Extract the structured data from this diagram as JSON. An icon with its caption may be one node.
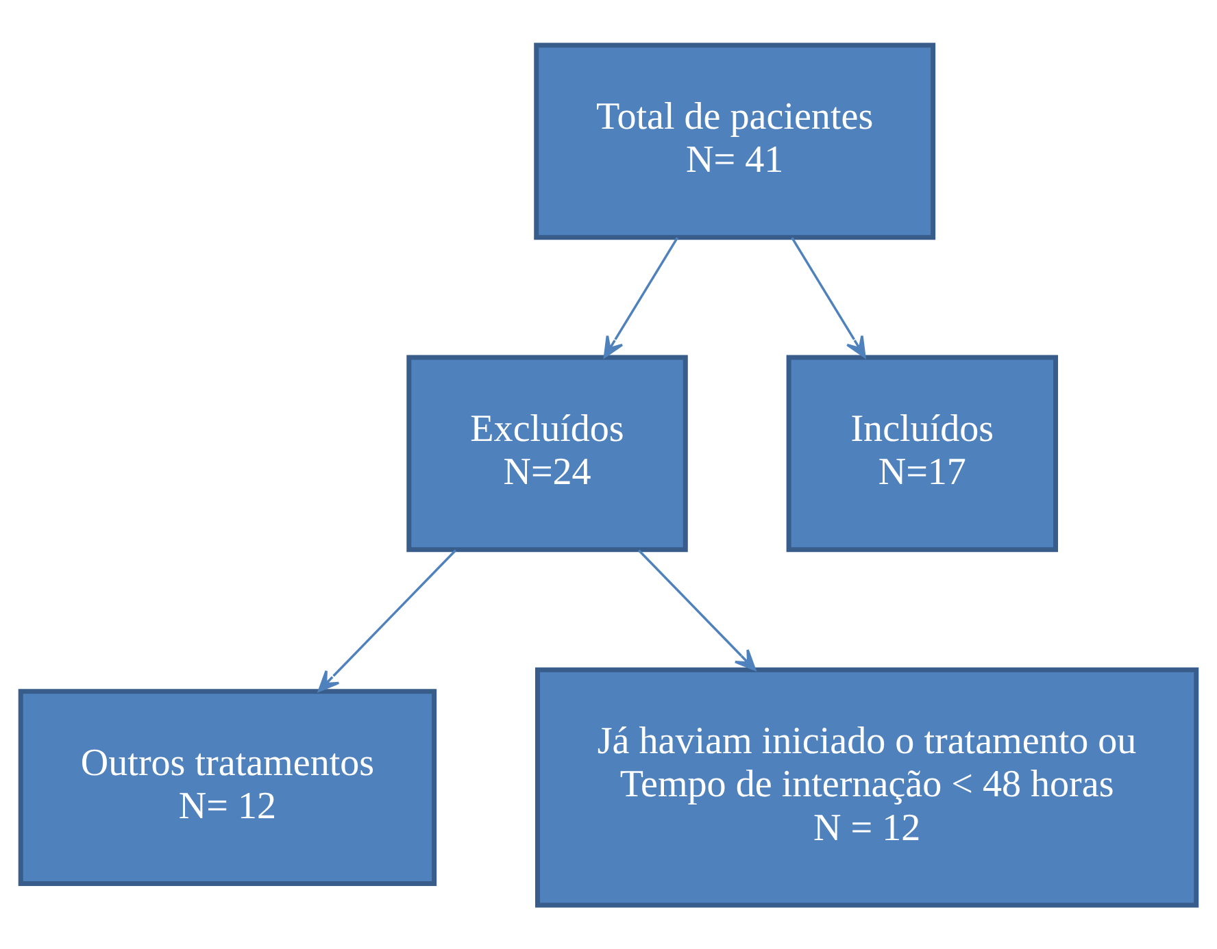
{
  "diagram": {
    "nodes": [
      {
        "text": [
          "Total de pacientes",
          "N= 41"
        ]
      },
      {
        "text": [
          "Excluídos",
          "N=24"
        ]
      },
      {
        "text": [
          "Incluídos",
          "N=17"
        ]
      },
      {
        "text": [
          "Outros tratamentos",
          "N= 12"
        ]
      },
      {
        "text": [
          "Já haviam iniciado o tratamento ou Tempo de internação < 48 horas",
          "N = 12"
        ]
      }
    ],
    "edges": [
      {
        "from": 0,
        "to": 1,
        "arrow": "to"
      },
      {
        "from": 0,
        "to": 2,
        "arrow": "to"
      },
      {
        "from": 1,
        "to": 3,
        "arrow": "to"
      },
      {
        "from": 1,
        "to": 4,
        "arrow": "to"
      }
    ]
  }
}
